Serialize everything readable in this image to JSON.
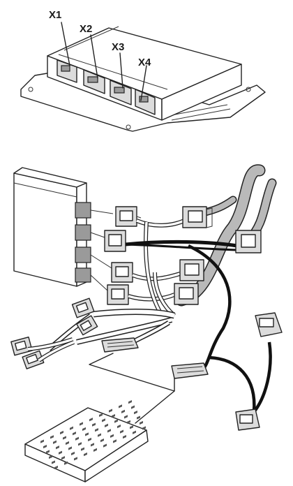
{
  "labels": {
    "x1": "X1",
    "x2": "X2",
    "x3": "X3",
    "x4": "X4"
  },
  "colors": {
    "ink": "#222222",
    "harness_grey": "#b9b9b9",
    "cable_black": "#111111",
    "fill_light": "#dcdcdc"
  }
}
